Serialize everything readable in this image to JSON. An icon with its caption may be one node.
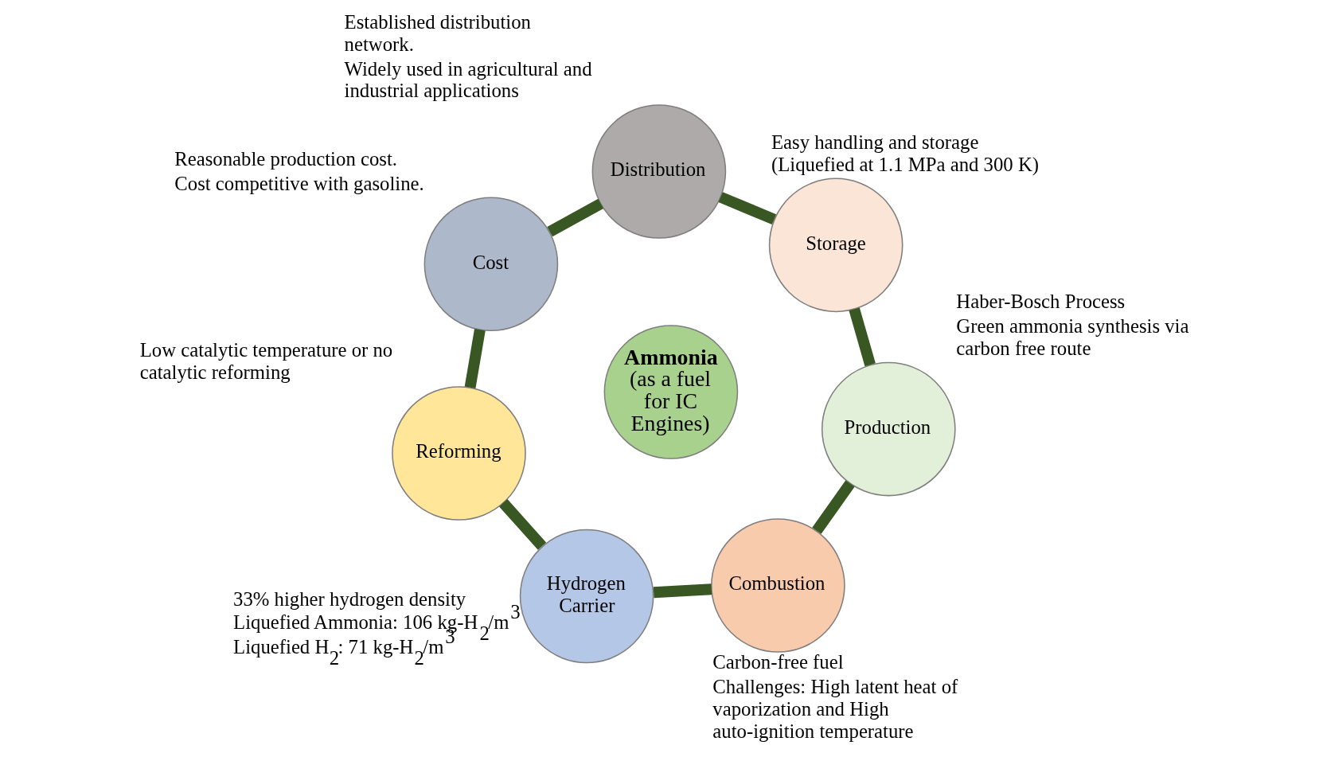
{
  "diagram": {
    "nodes": [
      {
        "text": [
          "Hydrogen Carrier"
        ],
        "beside": [
          "33% higher hydrogen density",
          "Liquefied Ammonia: 106 kg-H$_{2}$/m$^{3}$",
          "Liquefied H$_{2}$: 71 kg-H$_{2}$/m$^{3}$"
        ]
      },
      {
        "text": [
          "Combustion"
        ],
        "beside": [
          "Carbon-free fuel",
          "Challenges: High latent heat of vaporization and High auto-ignition temperature"
        ]
      },
      {
        "text": [
          "Production"
        ],
        "beside": [
          "Haber-Bosch Process",
          "Green ammonia synthesis via carbon free route"
        ]
      },
      {
        "text": [
          "Storage"
        ],
        "beside": [
          "Easy handling and storage (Liquefied at 1.1 MPa and 300 K)"
        ]
      },
      {
        "text": [
          "Distribution"
        ],
        "beside": [
          "Established distribution network.",
          "Widely used in agricultural and industrial applications"
        ]
      },
      {
        "text": [
          "Cost"
        ],
        "beside": [
          "Reasonable production cost.",
          "Cost competitive with gasoline."
        ]
      },
      {
        "text": [
          "Reforming"
        ],
        "beside": [
          "Low catalytic temperature or no catalytic reforming"
        ]
      },
      {
        "text": [
          "Ammonia",
          "(as a fuel for IC Engines)"
        ]
      }
    ],
    "edges": [
      {
        "from": 0,
        "to": 1,
        "arrow": "none"
      },
      {
        "from": 1,
        "to": 2,
        "arrow": "none"
      },
      {
        "from": 2,
        "to": 3,
        "arrow": "none"
      },
      {
        "from": 3,
        "to": 4,
        "arrow": "none"
      },
      {
        "from": 4,
        "to": 5,
        "arrow": "none"
      },
      {
        "from": 5,
        "to": 6,
        "arrow": "none"
      },
      {
        "from": 6,
        "to": 0,
        "arrow": "none"
      }
    ]
  }
}
